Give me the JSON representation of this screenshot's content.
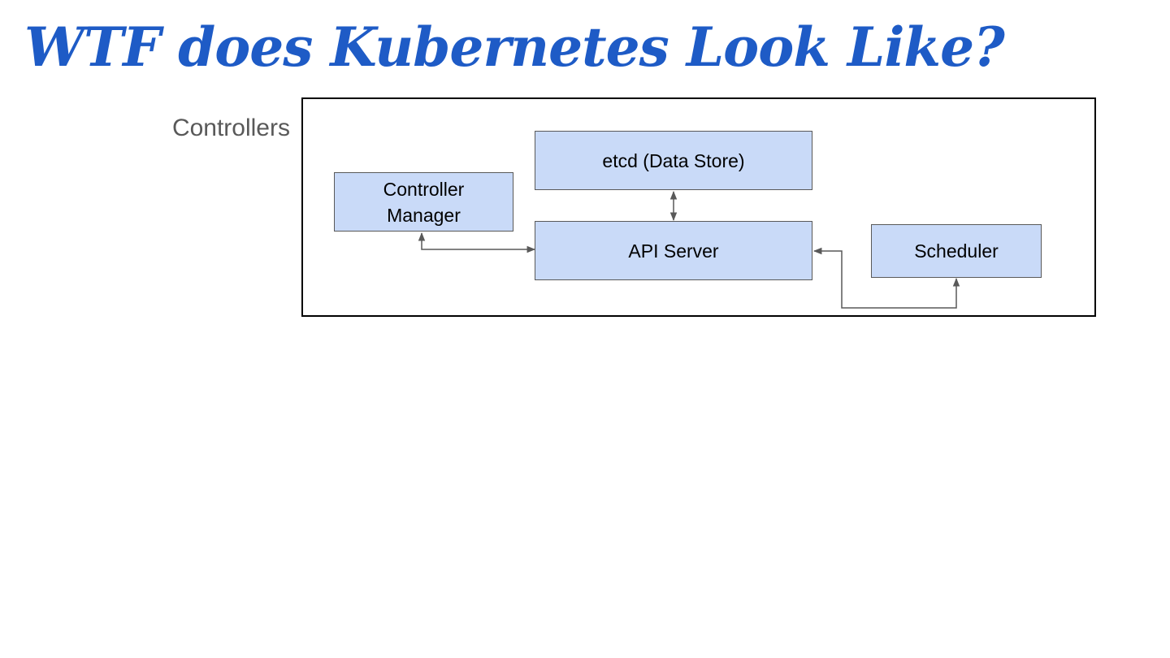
{
  "title": "WTF does Kubernetes Look Like?",
  "group_label": "Controllers",
  "nodes": {
    "etcd": "etcd (Data Store)",
    "controller_manager": "Controller\nManager",
    "api_server": "API Server",
    "scheduler": "Scheduler"
  },
  "edges": [
    {
      "from": "etcd",
      "to": "api_server",
      "bidirectional": true
    },
    {
      "from": "controller_manager",
      "to": "api_server",
      "bidirectional": true
    },
    {
      "from": "scheduler",
      "to": "api_server",
      "bidirectional": true
    }
  ],
  "colors": {
    "title": "#1e5bc6",
    "node_fill": "#c9daf8",
    "node_border": "#595959",
    "connector": "#595959",
    "frame": "#000000"
  }
}
